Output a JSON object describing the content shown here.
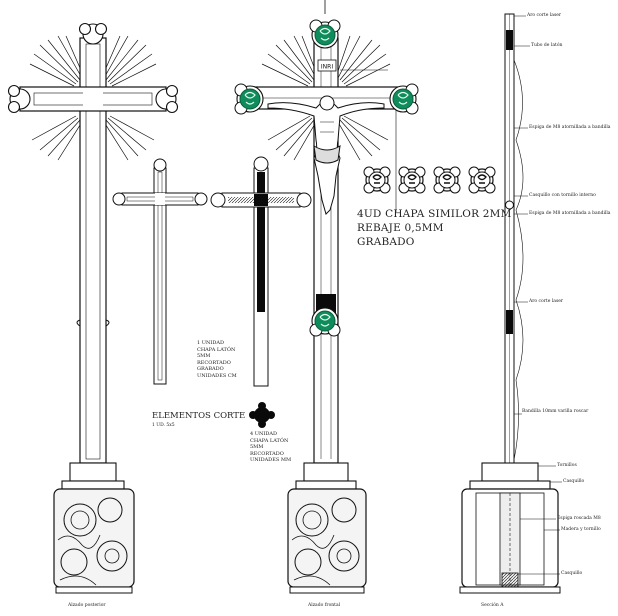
{
  "colors": {
    "line": "#111111",
    "enamel": "#0f8c5c",
    "enamel_dark": "#0a5c3a",
    "fill_black": "#0a0a0a"
  },
  "plate_note": {
    "line1": "4UD CHAPA SIMILOR 2MM",
    "line2": "REBAJE 0,5MM",
    "line3": "GRABADO"
  },
  "elements_title": "ELEMENTOS CORTE",
  "elements_sub": "1 UD. 5x5",
  "unit_note_a": [
    "1 UNIDAD",
    "CHAPA LATÓN",
    "5MM",
    "RECORTADO",
    "GRABADO",
    "UNIDADES CM"
  ],
  "unit_note_b": [
    "4 UNIDAD",
    "CHAPA LATÓN",
    "5MM",
    "RECORTADO",
    "UNIDADES MM"
  ],
  "inri": "INRI",
  "section_notes": [
    "Aro corte laser",
    "Tubo de latón",
    "Espiga de M8 atornillada a bandilla",
    "Casquillo con tornillo interno",
    "Espiga de M8 atornillada a bandilla",
    "Aro corte laser",
    "Bandilla 10mm varilla roscar",
    "Tornillos",
    "Casquillo",
    "Espiga roscada M8",
    "Madera y tornillo",
    "Casquillo"
  ],
  "captions": {
    "left": "Alzado posterior",
    "center": "Alzado frontal",
    "right": "Sección A"
  },
  "icons": [
    "cross-outline-icon",
    "cross-filled-icon",
    "rosette-icon",
    "medallion-icon",
    "crucifix-figure-icon",
    "carved-base-icon"
  ]
}
